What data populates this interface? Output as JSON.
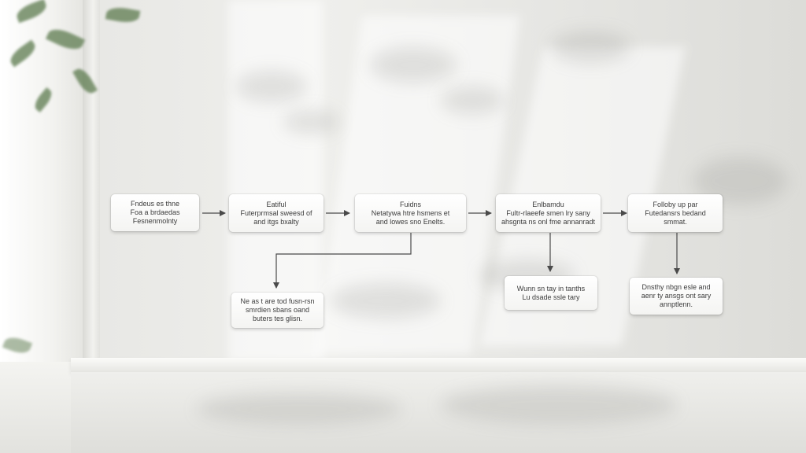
{
  "nodes": {
    "n1": {
      "lines": [
        "Fndeus es thne",
        "Foa a brdaedas",
        "Fesnenmolnty"
      ]
    },
    "n2": {
      "lines": [
        "Eatiful",
        "Futerprmsal sweesd of",
        "and itgs bxalty"
      ]
    },
    "n3": {
      "lines": [
        "Fuidns",
        "Netatywa htre hsmens et",
        "and lowes sno Enelts."
      ]
    },
    "n4": {
      "lines": [
        "Enlbamdu",
        "Fultr-rlaeefe smen lry sany",
        "ahsgnta ns onl fme annanradt"
      ]
    },
    "n5": {
      "lines": [
        "Folloby up par",
        "Futedansrs bedand",
        "smmat."
      ]
    },
    "n6": {
      "lines": [
        "Ne as t are tod fusn-rsn",
        "smrdien sbans oand",
        "buters tes glisn."
      ]
    },
    "n7": {
      "lines": [
        "Wunn sn tay in tanths",
        "Lu dsade ssle tary"
      ]
    },
    "n8": {
      "lines": [
        "Dnsthy nbgn esle and",
        "aenr ty ansgs ont sary",
        "annptlenn."
      ]
    }
  },
  "colors": {
    "arrow": "#4a4a4a",
    "node_text": "#3c3c3c",
    "foliage": "#5d7b4f"
  }
}
